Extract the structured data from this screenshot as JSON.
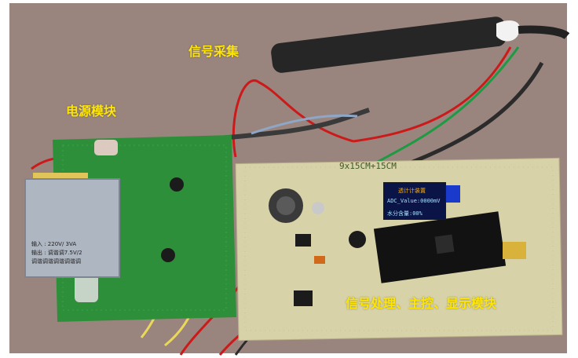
{
  "captions": {
    "signal_acquisition": "信号采集",
    "power_module": "电源模块",
    "main_module": "信号处理、主控、显示模块"
  },
  "board_label": "9x15CM+15CM",
  "transformer": {
    "line1": "输入 : 220V/ 3VA",
    "line2": "输出 : 调谐调7.5V/2",
    "line3": "调谐调谐调谐调谐调"
  },
  "oled": {
    "title": "透计计装置",
    "adc": "ADC_Value:0000mV",
    "water": "水分含量:00%"
  },
  "colors": {
    "caption": "#ffe600",
    "background_table": "#9a857e",
    "pcb_green": "#2e8f3a",
    "perfboard": "#d8d2a8",
    "transformer_metal": "#aeb6c2",
    "oled_blue": "#0b1446"
  }
}
